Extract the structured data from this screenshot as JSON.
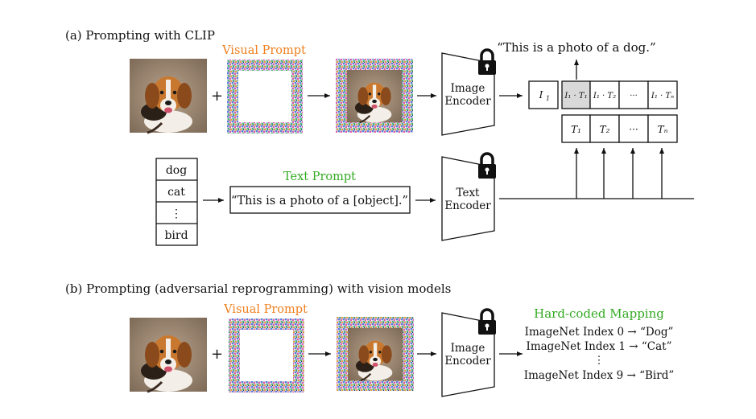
{
  "part_a": {
    "heading": "(a) Prompting with CLIP",
    "visual_prompt_label": "Visual Prompt",
    "plus": "+",
    "image_encoder": [
      "Image",
      "Encoder"
    ],
    "text_encoder": [
      "Text",
      "Encoder"
    ],
    "output_caption": "“This is a photo of a dog.”",
    "classes": [
      "dog",
      "cat",
      "⋮",
      "bird"
    ],
    "text_prompt_label": "Text Prompt",
    "text_prompt": "“This is a photo of a [object].”",
    "image_feature": "I",
    "image_feature_sub": "1",
    "similarity_cells": [
      {
        "text": "I₁ · T₁",
        "highlight": true
      },
      {
        "text": "I₁ · T₂",
        "highlight": false
      },
      {
        "text": "···",
        "highlight": false
      },
      {
        "text": "I₁ · Tₙ",
        "highlight": false
      }
    ],
    "text_feature_cells": [
      "T₁",
      "T₂",
      "···",
      "Tₙ"
    ]
  },
  "part_b": {
    "heading": "(b) Prompting (adversarial reprogramming) with vision models",
    "visual_prompt_label": "Visual Prompt",
    "plus": "+",
    "image_encoder": [
      "Image",
      "Encoder"
    ],
    "mapping_title": "Hard-coded Mapping",
    "mapping_lines": [
      "ImageNet Index 0 → “Dog”",
      "ImageNet Index 1 → “Cat”",
      "⋮",
      "ImageNet Index 9 → “Bird”"
    ]
  },
  "colors": {
    "visual_prompt": "#f08020",
    "text_prompt": "#33aa22",
    "highlight_cell": "#d9d9d9",
    "lock": "#111111"
  },
  "icons": [
    "dog-photo",
    "noise-frame",
    "lock-icon",
    "arrow"
  ]
}
